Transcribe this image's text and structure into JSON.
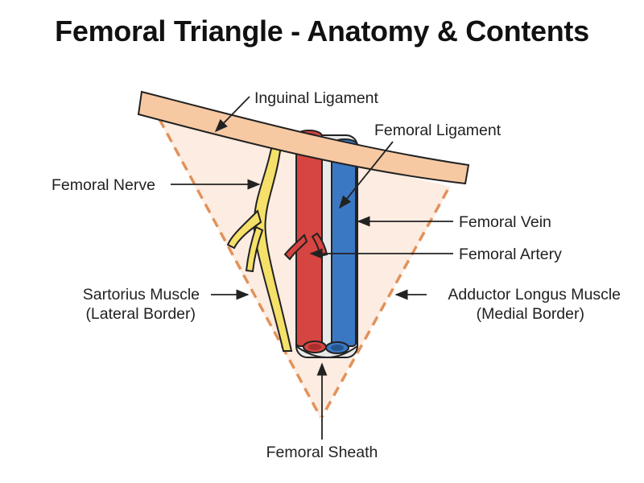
{
  "title": "Femoral Triangle - Anatomy & Contents",
  "labels": {
    "inguinal_ligament": "Inguinal Ligament",
    "femoral_ligament": "Femoral Ligament",
    "femoral_nerve": "Femoral Nerve",
    "femoral_vein": "Femoral Vein",
    "femoral_artery": "Femoral Artery",
    "sartorius_line1": "Sartorius Muscle",
    "sartorius_line2": "(Lateral Border)",
    "adductor_line1": "Adductor Longus Muscle",
    "adductor_line2": "(Medial Border)",
    "femoral_sheath": "Femoral Sheath"
  },
  "colors": {
    "ligament": "#f7c9a3",
    "triangle_fill": "#fdece1",
    "border_dash": "#e2925a",
    "nerve": "#f5e06a",
    "artery": "#d64541",
    "vein": "#3b78c4",
    "sheath": "#d9d9d9"
  }
}
